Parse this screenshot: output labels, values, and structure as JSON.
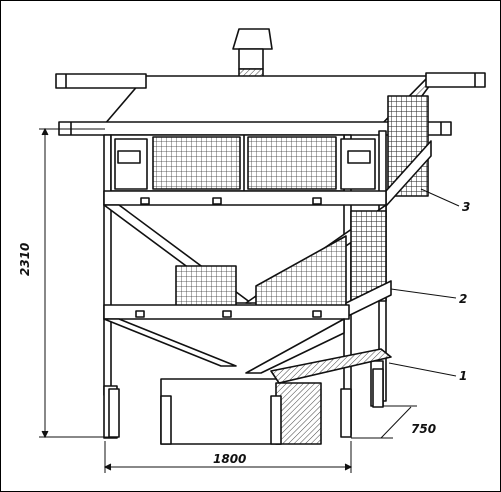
{
  "diagram": {
    "dimensions": {
      "height": "2310",
      "width": "1800",
      "depth": "750"
    },
    "callouts": [
      "3",
      "2",
      "1"
    ]
  }
}
